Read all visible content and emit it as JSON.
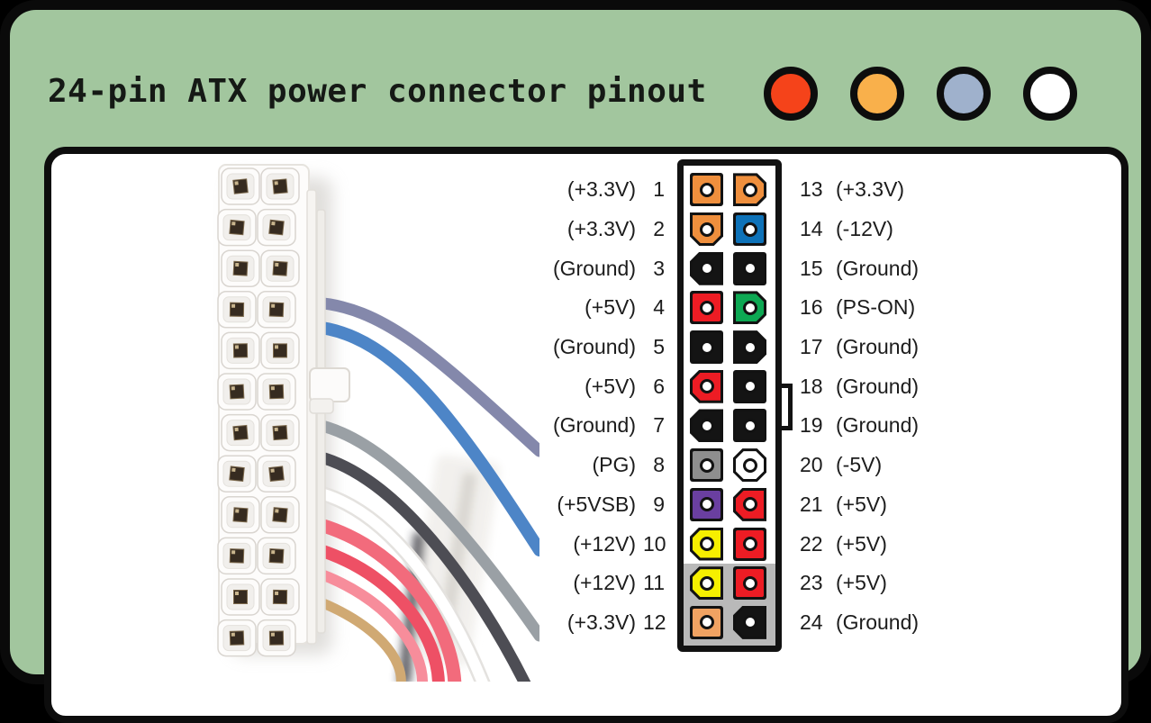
{
  "header": {
    "title": "24-pin ATX power connector pinout",
    "dots": [
      {
        "name": "red",
        "color": "#f5431a"
      },
      {
        "name": "orange",
        "color": "#f9b04b"
      },
      {
        "name": "blue-gray",
        "color": "#9fb1cc"
      },
      {
        "name": "white",
        "color": "#ffffff"
      }
    ]
  },
  "theme": {
    "frame_bg": "#a2c69e",
    "frame_border": "#0a0a0a",
    "panel_bg": "#ffffff",
    "text": "#1c1c1c",
    "connector_border": "#121212",
    "extension_bg": "#b9b9b9"
  },
  "pinout": {
    "rows": [
      {
        "l_label": "(+3.3V)",
        "l_num": "1",
        "l_color": "#ef8f3d",
        "l_shape": "shape-sq",
        "r_num": "13",
        "r_label": "(+3.3V)",
        "r_color": "#ef8f3d",
        "r_shape": "shape-cr"
      },
      {
        "l_label": "(+3.3V)",
        "l_num": "2",
        "l_color": "#ef8f3d",
        "l_shape": "shape-cb",
        "r_num": "14",
        "r_label": "(-12V)",
        "r_color": "#0e72b8",
        "r_shape": "shape-sq"
      },
      {
        "l_label": "(Ground)",
        "l_num": "3",
        "l_color": "#141414",
        "l_shape": "shape-cl",
        "r_num": "15",
        "r_label": "(Ground)",
        "r_color": "#141414",
        "r_shape": "shape-sq"
      },
      {
        "l_label": "(+5V)",
        "l_num": "4",
        "l_color": "#ed1c24",
        "l_shape": "shape-sq",
        "r_num": "16",
        "r_label": "(PS-ON)",
        "r_color": "#0da853",
        "r_shape": "shape-cr"
      },
      {
        "l_label": "(Ground)",
        "l_num": "5",
        "l_color": "#141414",
        "l_shape": "shape-sq",
        "r_num": "17",
        "r_label": "(Ground)",
        "r_color": "#141414",
        "r_shape": "shape-cr"
      },
      {
        "l_label": "(+5V)",
        "l_num": "6",
        "l_color": "#ed1c24",
        "l_shape": "shape-cl",
        "r_num": "18",
        "r_label": "(Ground)",
        "r_color": "#141414",
        "r_shape": "shape-sq"
      },
      {
        "l_label": "(Ground)",
        "l_num": "7",
        "l_color": "#141414",
        "l_shape": "shape-cl",
        "r_num": "19",
        "r_label": "(Ground)",
        "r_color": "#141414",
        "r_shape": "shape-sq"
      },
      {
        "l_label": "(PG)",
        "l_num": "8",
        "l_color": "#8e8e8e",
        "l_shape": "shape-sq",
        "r_num": "20",
        "r_label": "(-5V)",
        "r_color": "#ffffff",
        "r_shape": "shape-oct"
      },
      {
        "l_label": "(+5VSB)",
        "l_num": "9",
        "l_color": "#6a3fa0",
        "l_shape": "shape-sq",
        "r_num": "21",
        "r_label": "(+5V)",
        "r_color": "#ed1c24",
        "r_shape": "shape-cl"
      },
      {
        "l_label": "(+12V)",
        "l_num": "10",
        "l_color": "#f6ef00",
        "l_shape": "shape-cl",
        "r_num": "22",
        "r_label": "(+5V)",
        "r_color": "#ed1c24",
        "r_shape": "shape-sq"
      },
      {
        "l_label": "(+12V)",
        "l_num": "11",
        "l_color": "#f6ef00",
        "l_shape": "shape-cl",
        "r_num": "23",
        "r_label": "(+5V)",
        "r_color": "#ed1c24",
        "r_shape": "shape-sq"
      },
      {
        "l_label": "(+3.3V)",
        "l_num": "12",
        "l_color": "#f0a262",
        "l_shape": "shape-sq",
        "r_num": "24",
        "r_label": "(Ground)",
        "r_color": "#141414",
        "r_shape": "shape-cl"
      }
    ]
  },
  "photo": {
    "wire_colors": [
      "#8488ab",
      "#4d85c7",
      "#9aa0a5",
      "#4d4d54",
      "#ffffff",
      "#f26b7c",
      "#ee5065",
      "#f78d9b",
      "#d0a973"
    ]
  }
}
